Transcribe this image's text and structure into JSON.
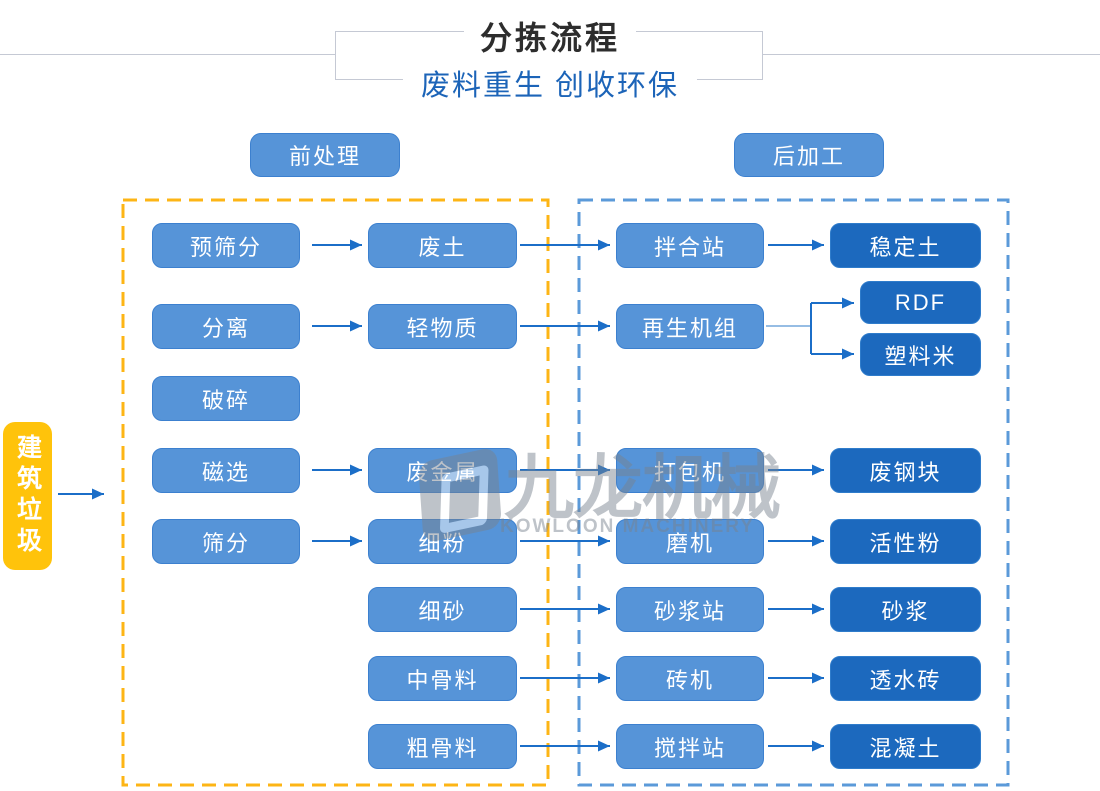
{
  "header": {
    "title": "分拣流程",
    "subtitle": "废料重生 创收环保"
  },
  "sections": {
    "pre": "前处理",
    "post": "后加工"
  },
  "source": {
    "label": "建筑垃圾"
  },
  "flow": {
    "pre_process": [
      "预筛分",
      "分离",
      "破碎",
      "磁选",
      "筛分"
    ],
    "pre_output": [
      "废土",
      "轻物质",
      "废金属",
      "细粉",
      "细砂",
      "中骨料",
      "粗骨料"
    ],
    "post_process": [
      "拌合站",
      "再生机组",
      "打包机",
      "磨机",
      "砂浆站",
      "砖机",
      "搅拌站"
    ],
    "post_output": [
      "稳定土",
      "RDF",
      "塑料米",
      "废钢块",
      "活性粉",
      "砂浆",
      "透水砖",
      "混凝土"
    ]
  },
  "watermark": {
    "brand_cn": "九龙机械",
    "brand_en": "KOWLOON MACHINERY"
  },
  "colors": {
    "node_blue": "#5694D8",
    "node_border_blue": "#3C80CF",
    "node_dark_blue": "#1C69BE",
    "source_yellow": "#FFC30B",
    "dash_yellow": "#FDB515",
    "dash_blue": "#5B9AD9",
    "arrow_blue": "#1B6EC8",
    "title_dark": "#2D2D2D",
    "subtitle_blue": "#1C64B8",
    "watermark_gray": "#79838F"
  }
}
